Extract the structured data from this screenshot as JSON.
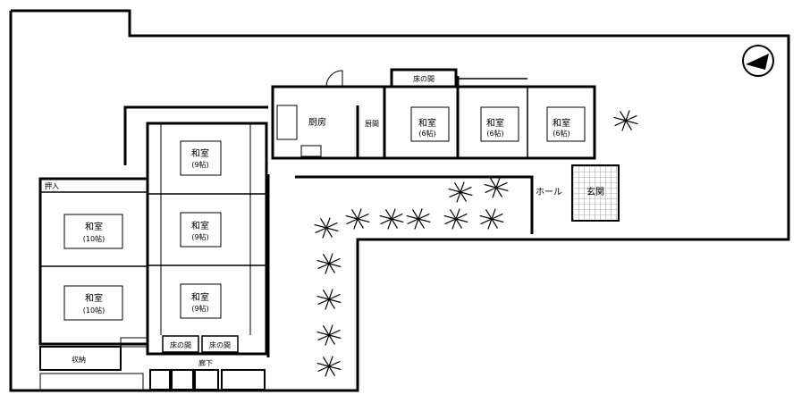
{
  "plan": {
    "kitchen": "厨房",
    "kitchen_side": "厨間",
    "tokonoma": "床の間",
    "room_label": "和室",
    "size_6": "(6帖)",
    "size_9": "(9帖)",
    "size_10": "(10帖)",
    "closet": "押入",
    "storage": "収納",
    "corridor": "廊下",
    "hall": "ホール",
    "entrance": "玄関"
  }
}
